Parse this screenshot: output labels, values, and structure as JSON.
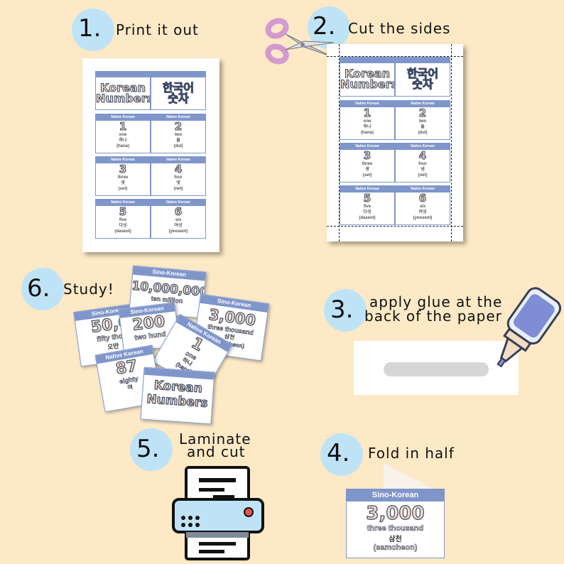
{
  "steps": [
    {
      "number": "1.",
      "label": "Print it out"
    },
    {
      "number": "2.",
      "label": "Cut the sides"
    },
    {
      "number": "3.",
      "label_line1": "apply glue at the",
      "label_line2": "back of the paper"
    },
    {
      "number": "4.",
      "label": "Fold in half"
    },
    {
      "number": "5.",
      "label_line1": "Laminate",
      "label_line2": "and cut"
    },
    {
      "number": "6.",
      "label": "Study!"
    }
  ],
  "sheet": {
    "title_en_line1": "Korean",
    "title_en_line2": "Numbers",
    "title_ko_line1": "한국어",
    "title_ko_line2": "숫자",
    "cards": [
      {
        "header": "Native Korean",
        "numeral": "1",
        "english": "one",
        "hangul": "하나",
        "roman": "(hana)"
      },
      {
        "header": "Native Korean",
        "numeral": "2",
        "english": "two",
        "hangul": "둘",
        "roman": "(dul)"
      },
      {
        "header": "Native Korean",
        "numeral": "3",
        "english": "three",
        "hangul": "셋",
        "roman": "(set)"
      },
      {
        "header": "Native Korean",
        "numeral": "4",
        "english": "four",
        "hangul": "넷",
        "roman": "(net)"
      },
      {
        "header": "Native Korean",
        "numeral": "5",
        "english": "five",
        "hangul": "다섯",
        "roman": "(daseot)"
      },
      {
        "header": "Native Korean",
        "numeral": "6",
        "english": "six",
        "hangul": "여섯",
        "roman": "(yeoseot)"
      }
    ]
  },
  "study_cards": [
    {
      "header": "Sino-Korean",
      "numeral": "10,000,000",
      "english": "ten million"
    },
    {
      "header": "Sino-Korean",
      "numeral": "3,000",
      "english": "three thousand",
      "hangul": "삼천",
      "roman": "(samcheon)"
    },
    {
      "header": "Sino-Korean",
      "numeral": "50,0",
      "english": "fifty thou",
      "hangul": "오만"
    },
    {
      "header": "Sino-Korean",
      "numeral": "200",
      "english": "two hund"
    },
    {
      "header": "Native Korean",
      "numeral": "1",
      "english": "one",
      "hangul": "하나",
      "roman": "(hana)"
    },
    {
      "header": "Native Korean",
      "numeral": "87",
      "english": "eighty",
      "hangul": "여"
    },
    {
      "title_line1": "Korean",
      "title_line2": "Numbers"
    }
  ],
  "fold_card": {
    "header": "Sino-Korean",
    "numeral": "3,000",
    "english": "three thousand",
    "hangul": "삼천",
    "roman": "(samcheon)"
  },
  "colors": {
    "background": "#fde9c6",
    "accent": "#7f96cb",
    "circle": "#bfe3f6",
    "glue_bottle": "#7f8dd6",
    "scissors": "#d39ad0"
  },
  "icons": [
    "scissors-icon",
    "glue-bottle-icon",
    "laminator-icon"
  ]
}
